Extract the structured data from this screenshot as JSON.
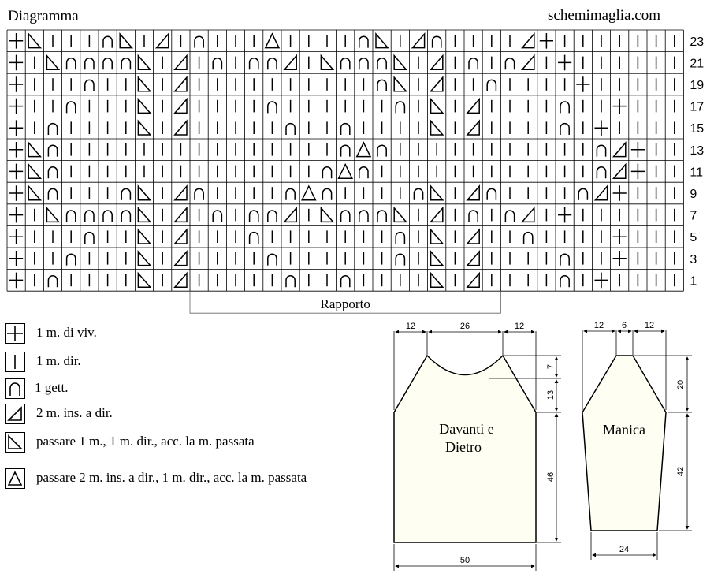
{
  "header": {
    "title": "Diagramma",
    "site": "schemimaglia.com"
  },
  "chart": {
    "row_numbers": [
      "23",
      "21",
      "19",
      "17",
      "15",
      "13",
      "11",
      "9",
      "7",
      "5",
      "3",
      "1"
    ],
    "repeat_label": "Rapporto",
    "grid": [
      "+T|||nT|R|n|||A||||nT|Rn||||R+",
      "+|TnnnnT|R|n|nnR|TnnnT|R|n|nR|+",
      "+|||n||T|R||||||||||nT|R||n||||+",
      "+||n|||T|R||||n||||||n|T|R||||n||+",
      "+|n||||T|R|||||n||n||||T|R||||n|+",
      "+Tn|||||||||||||||nAn|||||||||||nR+",
      "+Tn||||||||||||||nAn||||||||||||nR+",
      "+Tn|||nT|Rn||||nAn||||nT|Rn||||nR+",
      "+|TnnnnT|R|n|nnR|TnnnT|R|n|nR|+",
      "+|||n||T|R|||n|||||||n|T|R||n||||+",
      "+||n|||T|R||||n||||||n|T|R||||n||+",
      "+|n||||T|R|||||n||n||||T|R||||n|+"
    ]
  },
  "legend": [
    {
      "icon": "plus-icon",
      "text": "1 m. di viv."
    },
    {
      "icon": "line-icon",
      "text": "1 m. dir."
    },
    {
      "icon": "arch-icon",
      "text": "1 gett."
    },
    {
      "icon": "right-triangle-icon",
      "text": "2 m. ins. a dir."
    },
    {
      "icon": "left-triangle-icon",
      "text": "passare 1 m., 1 m. dir., acc. la m. passata"
    },
    {
      "icon": "triangle-icon",
      "text": "passare 2 m. ins. a dir., 1 m. dir., acc. la m. passata"
    }
  ],
  "schematic": {
    "body_label": [
      "Davanti e",
      "Dietro"
    ],
    "sleeve_label": "Manica",
    "body_dims": {
      "top_left": "12",
      "top_mid": "26",
      "top_right": "12",
      "neck": "7",
      "armhole": "13",
      "side": "46",
      "bottom": "50"
    },
    "sleeve_dims": {
      "top_left": "12",
      "top_mid": "6",
      "top_right": "12",
      "cap": "20",
      "length": "42",
      "bottom": "24"
    },
    "fill_color": "#fefff2"
  }
}
